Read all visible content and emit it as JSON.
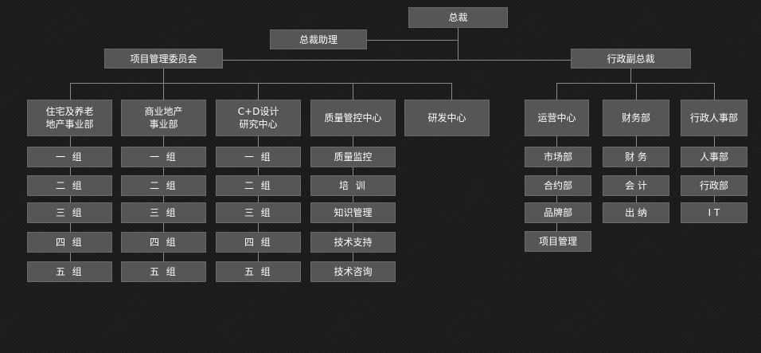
{
  "top": {
    "ceo": "总裁",
    "ceo_assistant": "总裁助理",
    "committee": "项目管理委员会",
    "exec_vp": "行政副总裁"
  },
  "committee_depts": [
    {
      "label": "住宅及养老\n地产事业部",
      "items": [
        "一  组",
        "二  组",
        "三  组",
        "四  组",
        "五  组"
      ]
    },
    {
      "label": "商业地产\n事业部",
      "items": [
        "一  组",
        "二  组",
        "三  组",
        "四  组",
        "五  组"
      ]
    },
    {
      "label": "C+D设计\n研究中心",
      "items": [
        "一  组",
        "二  组",
        "三  组",
        "四  组",
        "五  组"
      ]
    },
    {
      "label": "质量管控中心",
      "items": [
        "质量监控",
        "培  训",
        "知识管理",
        "技术支持",
        "技术咨询"
      ]
    },
    {
      "label": "研发中心",
      "items": []
    }
  ],
  "exec_depts": [
    {
      "label": "运营中心",
      "items": [
        "市场部",
        "合约部",
        "品牌部",
        "项目管理"
      ]
    },
    {
      "label": "财务部",
      "items": [
        "财 务",
        "会 计",
        "出 纳"
      ]
    },
    {
      "label": "行政人事部",
      "items": [
        "人事部",
        "行政部",
        "I T"
      ]
    }
  ]
}
